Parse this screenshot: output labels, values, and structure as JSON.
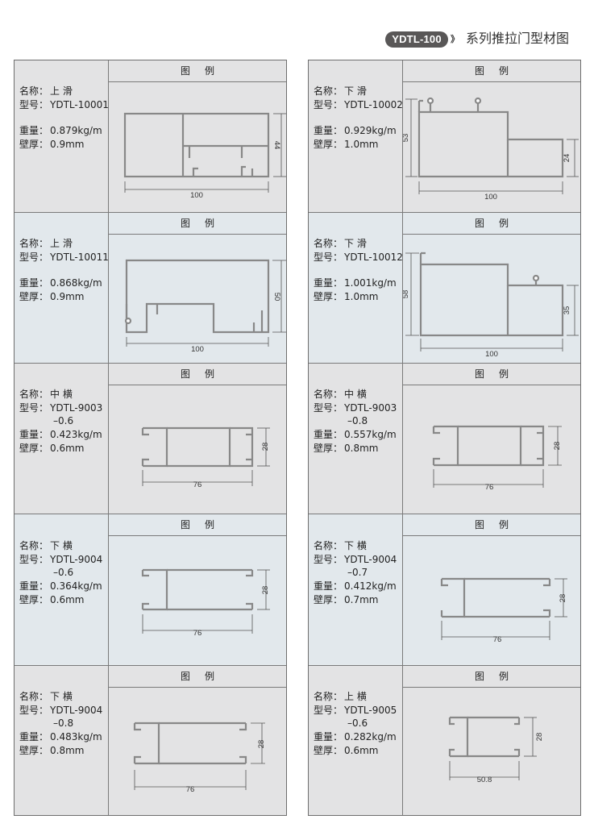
{
  "header": {
    "series": "YDTL-100",
    "arrows": "》",
    "title": "系列推拉门型材图"
  },
  "labels": {
    "figure": "图例",
    "name": "名称：",
    "model": "型号：",
    "weight": "重量：",
    "wall": "壁厚："
  },
  "left_column": [
    {
      "name": "上 滑",
      "model": "YDTL-10001",
      "weight": "0.879kg/m",
      "wall": "0.9mm",
      "dims": [
        "100",
        "44"
      ]
    },
    {
      "name": "上 滑",
      "model": "YDTL-10011",
      "weight": "0.868kg/m",
      "wall": "0.9mm",
      "dims": [
        "100",
        "50"
      ]
    },
    {
      "name": "中 横",
      "model": "YDTL-9003",
      "model_cont": "–0.6",
      "weight": "0.423kg/m",
      "wall": "0.6mm",
      "dims": [
        "76",
        "28"
      ]
    },
    {
      "name": "下 横",
      "model": "YDTL-9004",
      "model_cont": "–0.6",
      "weight": "0.364kg/m",
      "wall": "0.6mm",
      "dims": [
        "76",
        "28"
      ]
    },
    {
      "name": "下 横",
      "model": "YDTL-9004",
      "model_cont": "–0.8",
      "weight": "0.483kg/m",
      "wall": "0.8mm",
      "dims": [
        "76",
        "28"
      ]
    }
  ],
  "right_column": [
    {
      "name": "下 滑",
      "model": "YDTL-10002",
      "weight": "0.929kg/m",
      "wall": "1.0mm",
      "dims": [
        "100",
        "53",
        "24"
      ]
    },
    {
      "name": "下 滑",
      "model": "YDTL-10012",
      "weight": "1.001kg/m",
      "wall": "1.0mm",
      "dims": [
        "100",
        "58",
        "35"
      ]
    },
    {
      "name": "中 横",
      "model": "YDTL-9003",
      "model_cont": "–0.8",
      "weight": "0.557kg/m",
      "wall": "0.8mm",
      "dims": [
        "76",
        "28"
      ]
    },
    {
      "name": "下 横",
      "model": "YDTL-9004",
      "model_cont": "–0.7",
      "weight": "0.412kg/m",
      "wall": "0.7mm",
      "dims": [
        "76",
        "28"
      ]
    },
    {
      "name": "上 横",
      "model": "YDTL-9005",
      "model_cont": "–0.6",
      "weight": "0.282kg/m",
      "wall": "0.6mm",
      "dims": [
        "50.8",
        "28"
      ]
    }
  ]
}
